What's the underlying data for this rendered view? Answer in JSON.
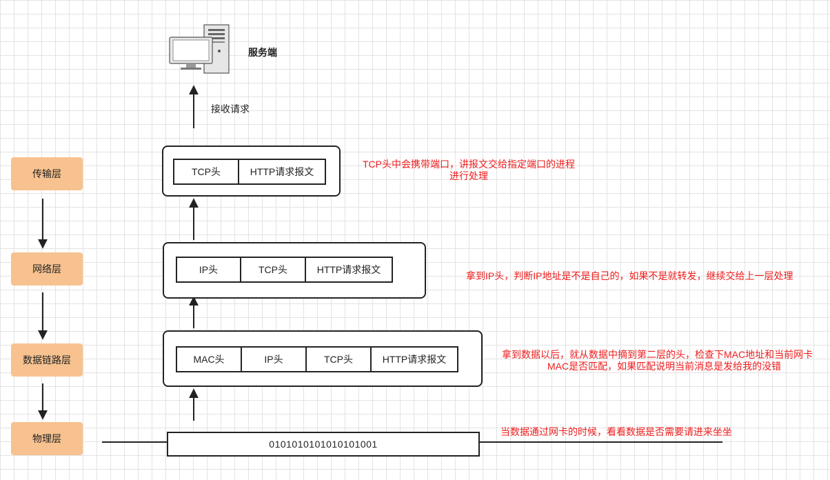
{
  "server": {
    "label": "服务端",
    "icon": "server-computer-icon"
  },
  "receive_label": "接收请求",
  "layers": [
    {
      "label": "传输层"
    },
    {
      "label": "网络层"
    },
    {
      "label": "数据链路层"
    },
    {
      "label": "物理层"
    }
  ],
  "packets": {
    "transport": [
      "TCP头",
      "HTTP请求报文"
    ],
    "network": [
      "IP头",
      "TCP头",
      "HTTP请求报文"
    ],
    "datalink": [
      "MAC头",
      "IP头",
      "TCP头",
      "HTTP请求报文"
    ]
  },
  "physical_bits": "0101010101010101001",
  "notes": {
    "transport": [
      "TCP头中会携带端口，讲报文交给指定端口的进程",
      "进行处理"
    ],
    "network": "拿到IP头，判断IP地址是不是自己的，如果不是就转发，继续交给上一层处理",
    "datalink": [
      "拿到数据以后，就从数据中摘到第二层的头，检查下MAC地址和当前网卡",
      "MAC是否匹配，如果匹配说明当前消息是发给我的没错"
    ],
    "physical": "当数据通过网卡的时候，看看数据是否需要请进来坐坐"
  },
  "colors": {
    "layer_fill": "#f7c28f",
    "note_text": "#ee1c1c",
    "stroke": "#222222"
  }
}
